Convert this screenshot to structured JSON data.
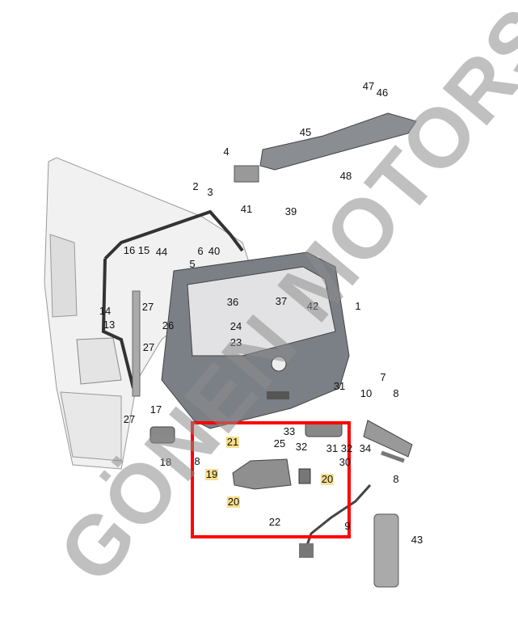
{
  "watermark": "GÖNEN MOTORS",
  "highlight_color": "#f6df8e",
  "frame_color": "#ff0000",
  "labels": {
    "l47": "47",
    "l46": "46",
    "l45": "45",
    "l48a": "48",
    "l4": "4",
    "l2": "2",
    "l3": "3",
    "l41": "41",
    "l39": "39",
    "l16": "16",
    "l15": "15",
    "l44": "44",
    "l6": "6",
    "l40": "40",
    "l5": "5",
    "l14": "14",
    "l13": "13",
    "l27a": "27",
    "l26": "26",
    "l27b": "27",
    "l1": "1",
    "l36": "36",
    "l37": "37",
    "l42": "42",
    "l24": "24",
    "l23": "23",
    "l31a": "31",
    "l7": "7",
    "l10": "10",
    "l8a": "8",
    "l33": "33",
    "l32a": "32",
    "l31b": "31",
    "l32b": "32",
    "l34": "34",
    "l30": "30",
    "l25": "25",
    "l21": "21",
    "l19": "19",
    "l20a": "20",
    "l20b": "20",
    "l22": "22",
    "l18": "18",
    "l17": "17",
    "l27c": "27",
    "l8b": "8",
    "l9": "9",
    "l43": "43",
    "l48b": "8"
  }
}
